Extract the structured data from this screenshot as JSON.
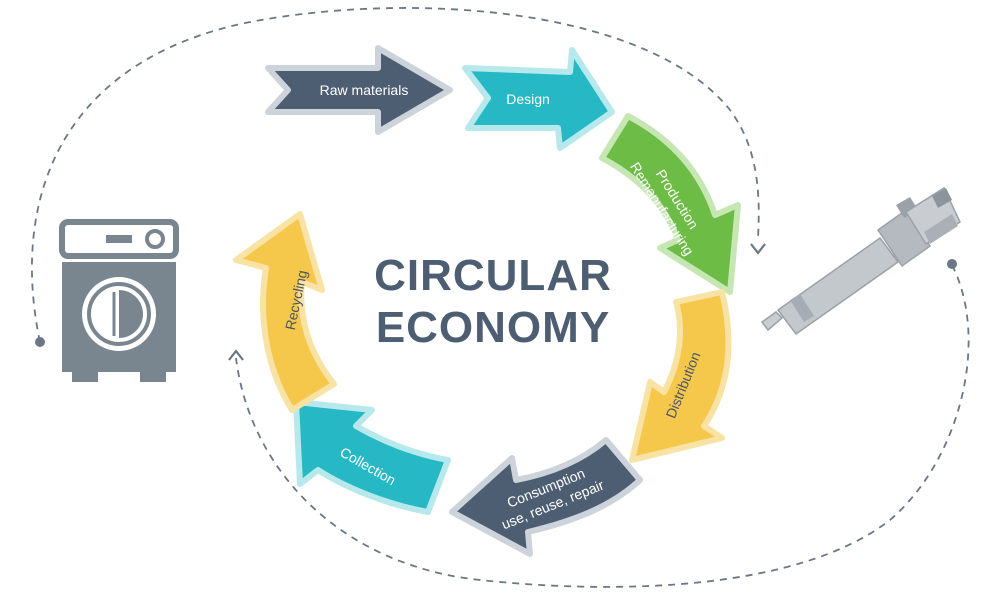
{
  "title": {
    "line1": "CIRCULAR",
    "line2": "ECONOMY"
  },
  "steps": [
    {
      "label": "Raw materials",
      "color": "#4d5e73"
    },
    {
      "label": "Design",
      "color": "#26b8c4"
    },
    {
      "label_line1": "Production",
      "label_line2": "Remanufacturing",
      "color": "#6cbc45"
    },
    {
      "label": "Distribution",
      "color": "#f5c84c"
    },
    {
      "label_line1": "Consumption",
      "label_line2": "use, reuse, repair",
      "color": "#4d5e73"
    },
    {
      "label": "Collection",
      "color": "#26b8c4"
    },
    {
      "label": "Recycling",
      "color": "#f5c84c"
    }
  ],
  "icons": {
    "left": "washing-machine-icon",
    "right": "fuel-injector-icon"
  },
  "colors": {
    "title": "#4d5e73",
    "dashed_loop": "#6b7785",
    "machine": "#7a868f"
  }
}
